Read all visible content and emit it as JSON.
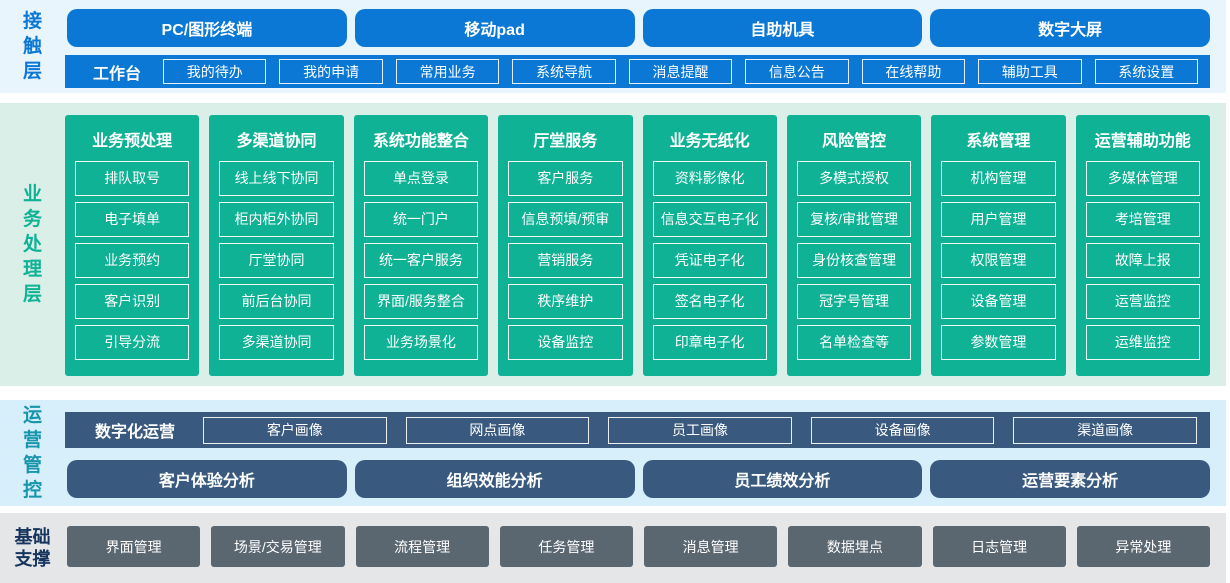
{
  "colors": {
    "primary_blue": "#0a78d4",
    "primary_green": "#0fb295",
    "slate_blue": "#395a7e",
    "foundation_gray": "#5a6670",
    "ops_label_teal": "#1795ac",
    "foundation_label_navy": "#16355d",
    "band_bg_contact": "#e9f5fc",
    "band_bg_business": "#d9efe8",
    "band_bg_operations": "#d7effa",
    "band_bg_foundation": "#e5e6e8"
  },
  "layers": {
    "contact": {
      "label": "接触层",
      "terminals": [
        "PC/图形终端",
        "移动pad",
        "自助机具",
        "数字大屏"
      ],
      "workbench": {
        "label": "工作台",
        "items": [
          "我的待办",
          "我的申请",
          "常用业务",
          "系统导航",
          "消息提醒",
          "信息公告",
          "在线帮助",
          "辅助工具",
          "系统设置"
        ]
      }
    },
    "business": {
      "label": "业务处理层",
      "columns": [
        {
          "title": "业务预处理",
          "items": [
            "排队取号",
            "电子填单",
            "业务预约",
            "客户识别",
            "引导分流"
          ]
        },
        {
          "title": "多渠道协同",
          "items": [
            "线上线下协同",
            "柜内柜外协同",
            "厅堂协同",
            "前后台协同",
            "多渠道协同"
          ]
        },
        {
          "title": "系统功能整合",
          "items": [
            "单点登录",
            "统一门户",
            "统一客户服务",
            "界面/服务整合",
            "业务场景化"
          ]
        },
        {
          "title": "厅堂服务",
          "items": [
            "客户服务",
            "信息预填/预审",
            "营销服务",
            "秩序维护",
            "设备监控"
          ]
        },
        {
          "title": "业务无纸化",
          "items": [
            "资料影像化",
            "信息交互电子化",
            "凭证电子化",
            "签名电子化",
            "印章电子化"
          ]
        },
        {
          "title": "风险管控",
          "items": [
            "多模式授权",
            "复核/审批管理",
            "身份核查管理",
            "冠字号管理",
            "名单检查等"
          ]
        },
        {
          "title": "系统管理",
          "items": [
            "机构管理",
            "用户管理",
            "权限管理",
            "设备管理",
            "参数管理"
          ]
        },
        {
          "title": "运营辅助功能",
          "items": [
            "多媒体管理",
            "考培管理",
            "故障上报",
            "运营监控",
            "运维监控"
          ]
        }
      ]
    },
    "operations": {
      "label": "运营管控",
      "digital_ops": {
        "label": "数字化运营",
        "items": [
          "客户画像",
          "网点画像",
          "员工画像",
          "设备画像",
          "渠道画像"
        ]
      },
      "analysis": [
        "客户体验分析",
        "组织效能分析",
        "员工绩效分析",
        "运营要素分析"
      ]
    },
    "foundation": {
      "label": "基础支撑",
      "items": [
        "界面管理",
        "场景/交易管理",
        "流程管理",
        "任务管理",
        "消息管理",
        "数据埋点",
        "日志管理",
        "异常处理"
      ]
    }
  }
}
